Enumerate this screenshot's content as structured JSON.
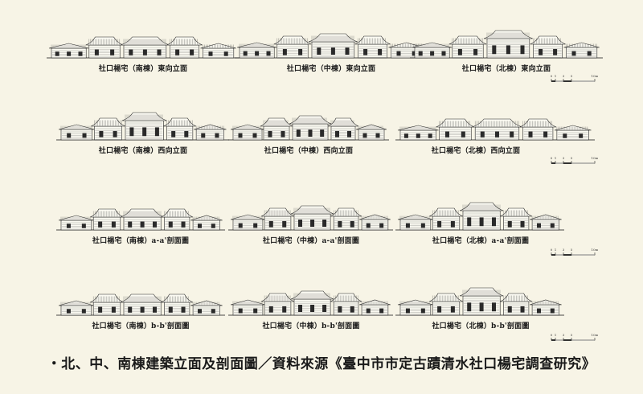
{
  "rows": [
    {
      "id": "east",
      "panels": [
        {
          "caption": "社口楊宅（南棟）東向立面",
          "profile": "low-wide"
        },
        {
          "caption": "社口楊宅（中棟）東向立面",
          "profile": "mid"
        },
        {
          "caption": "社口楊宅（北棟）東向立面",
          "profile": "tall"
        }
      ],
      "scale_labels": [
        "0",
        "1",
        "3",
        "5",
        "10m"
      ]
    },
    {
      "id": "west",
      "panels": [
        {
          "caption": "社口楊宅（南棟）西向立面",
          "profile": "tall"
        },
        {
          "caption": "社口楊宅（中棟）西向立面",
          "profile": "mid"
        },
        {
          "caption": "社口楊宅（北棟）西向立面",
          "profile": "low-wide"
        }
      ],
      "scale_labels": [
        "0",
        "1",
        "3",
        "5",
        "10m"
      ]
    },
    {
      "id": "section-a",
      "panels": [
        {
          "caption": "社口楊宅（南棟）a-a'剖面圖",
          "profile": "low-wide"
        },
        {
          "caption": "社口楊宅（中棟）a-a'剖面圖",
          "profile": "mid"
        },
        {
          "caption": "社口楊宅（北棟）a-a'剖面圖",
          "profile": "tall"
        }
      ],
      "scale_labels": [
        "0",
        "1",
        "3",
        "5",
        "10m"
      ]
    },
    {
      "id": "section-b",
      "panels": [
        {
          "caption": "社口楊宅（南棟）b-b'剖面圖",
          "profile": "low-wide"
        },
        {
          "caption": "社口楊宅（中棟）b-b'剖面圖",
          "profile": "mid"
        },
        {
          "caption": "社口楊宅（北棟）b-b'剖面圖",
          "profile": "tall"
        }
      ],
      "scale_labels": [
        "0",
        "1",
        "3",
        "5",
        "10m"
      ]
    }
  ],
  "footer": "‧北、中、南棟建築立面及剖面圖／資料來源《臺中市市定古蹟清水社口楊宅調查研究》"
}
